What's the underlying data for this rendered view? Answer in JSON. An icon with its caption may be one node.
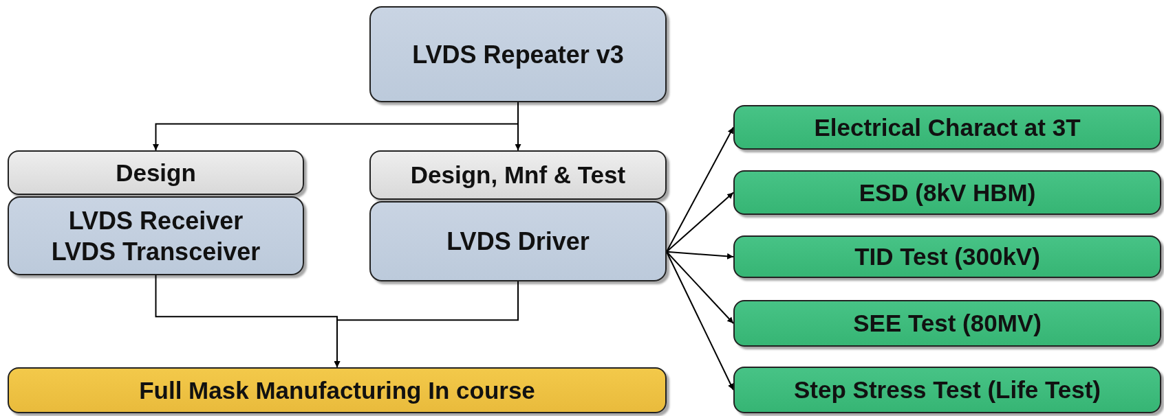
{
  "diagram": {
    "nodes": [
      {
        "text": [
          "LVDS Repeater v3"
        ]
      },
      {
        "text": [
          "Design"
        ]
      },
      {
        "text": [
          "LVDS Receiver",
          "LVDS Transceiver"
        ]
      },
      {
        "text": [
          "Design, Mnf & Test"
        ]
      },
      {
        "text": [
          "LVDS Driver"
        ]
      },
      {
        "text": [
          "Full Mask Manufacturing In course"
        ]
      },
      {
        "text": [
          "Electrical Charact at 3T"
        ]
      },
      {
        "text": [
          "ESD (8kV HBM)"
        ]
      },
      {
        "text": [
          "TID Test (300kV)"
        ]
      },
      {
        "text": [
          "SEE Test (80MV)"
        ]
      },
      {
        "text": [
          "Step Stress Test (Life Test)"
        ]
      }
    ],
    "edges": [
      {
        "from": 0,
        "to": 1,
        "arrow": "to"
      },
      {
        "from": 0,
        "to": 3,
        "arrow": "to"
      },
      {
        "from": 2,
        "to": 5,
        "arrow": "to"
      },
      {
        "from": 4,
        "to": 5,
        "arrow": "to"
      },
      {
        "from": 4,
        "to": 6,
        "arrow": "to"
      },
      {
        "from": 4,
        "to": 7,
        "arrow": "to"
      },
      {
        "from": 4,
        "to": 8,
        "arrow": "to"
      },
      {
        "from": 4,
        "to": 9,
        "arrow": "to"
      },
      {
        "from": 4,
        "to": 10,
        "arrow": "to"
      }
    ]
  }
}
